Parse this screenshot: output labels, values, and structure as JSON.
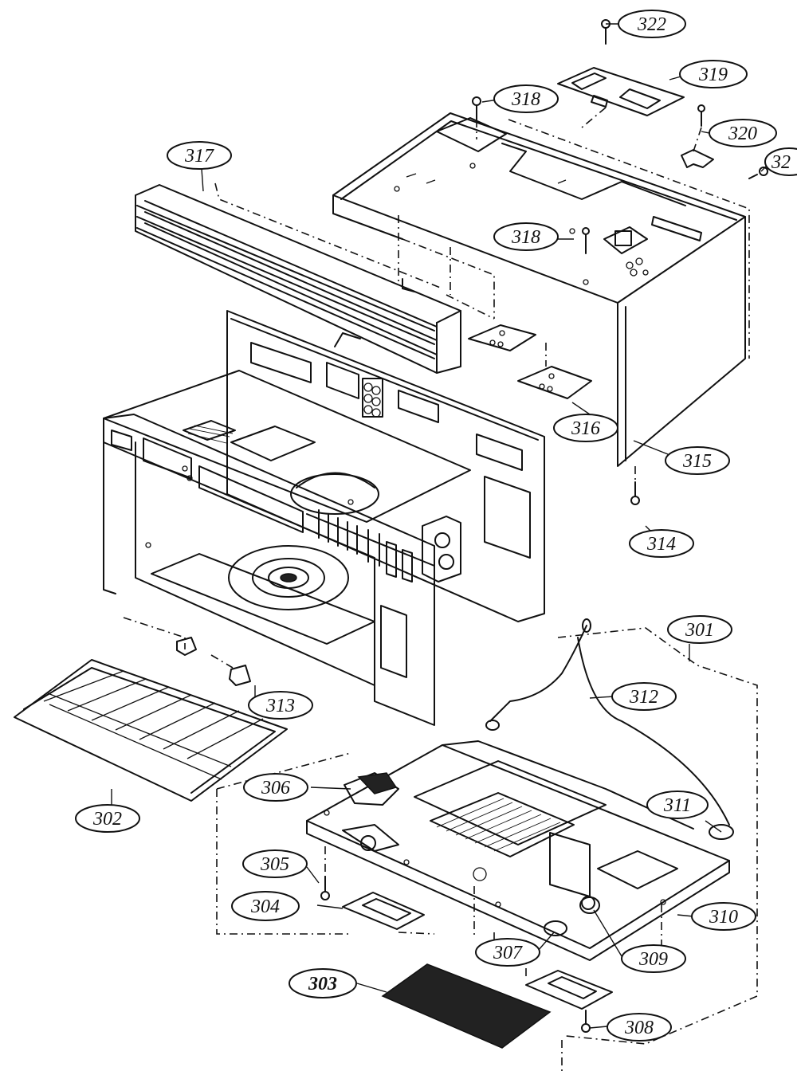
{
  "callouts": [
    {
      "id": "c322",
      "text": "322"
    },
    {
      "id": "c319",
      "text": "319"
    },
    {
      "id": "c318a",
      "text": "318"
    },
    {
      "id": "c320",
      "text": "320"
    },
    {
      "id": "c32",
      "text": "32"
    },
    {
      "id": "c317",
      "text": "317"
    },
    {
      "id": "c318b",
      "text": "318"
    },
    {
      "id": "c316",
      "text": "316"
    },
    {
      "id": "c315",
      "text": "315"
    },
    {
      "id": "c314",
      "text": "314"
    },
    {
      "id": "c301",
      "text": "301"
    },
    {
      "id": "c312",
      "text": "312"
    },
    {
      "id": "c313",
      "text": "313"
    },
    {
      "id": "c306",
      "text": "306"
    },
    {
      "id": "c311",
      "text": "311"
    },
    {
      "id": "c302",
      "text": "302"
    },
    {
      "id": "c305",
      "text": "305"
    },
    {
      "id": "c304",
      "text": "304"
    },
    {
      "id": "c310",
      "text": "310"
    },
    {
      "id": "c307",
      "text": "307"
    },
    {
      "id": "c309",
      "text": "309"
    },
    {
      "id": "c303",
      "text": "303"
    },
    {
      "id": "c308",
      "text": "308"
    }
  ]
}
